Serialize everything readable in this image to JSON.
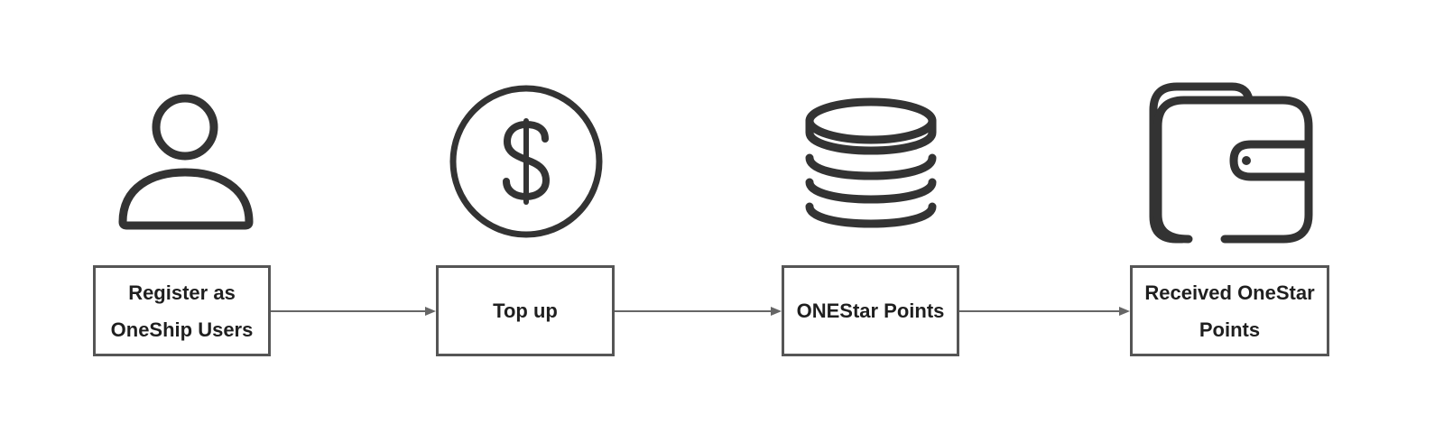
{
  "flow": {
    "steps": [
      {
        "label": "Register as\nOneShip Users",
        "icon": "user-icon"
      },
      {
        "label": "Top up",
        "icon": "dollar-coin-icon"
      },
      {
        "label": "ONEStar Points",
        "icon": "coin-stack-icon"
      },
      {
        "label": "Received OneStar\nPoints",
        "icon": "wallet-icon"
      }
    ],
    "colors": {
      "icon_stroke": "#333333",
      "box_border": "#555555",
      "arrow": "#666666",
      "text": "#1f1f1f"
    }
  }
}
